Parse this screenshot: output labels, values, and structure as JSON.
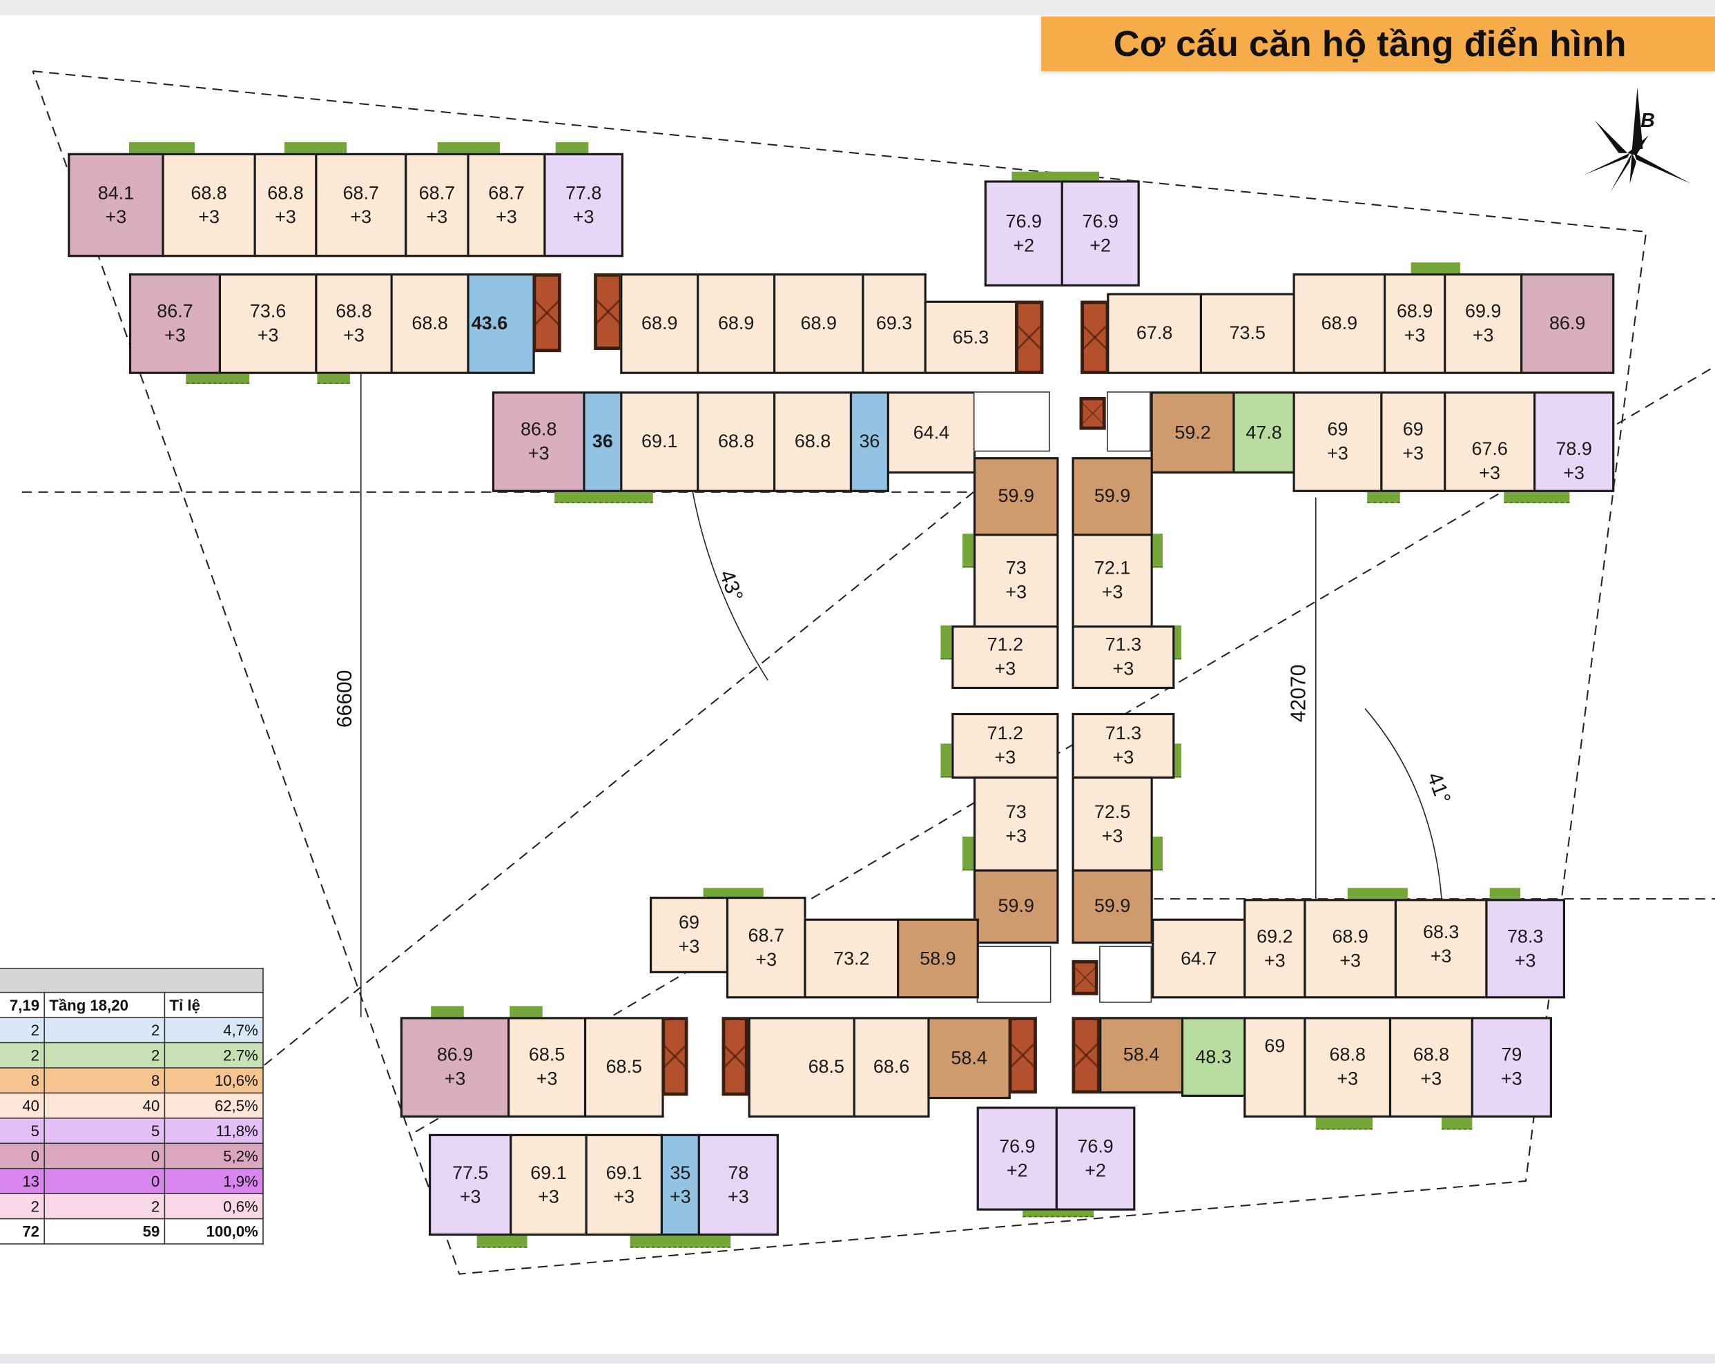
{
  "header": {
    "title": "Cơ cấu căn hộ tầng điển hình"
  },
  "compass": {
    "label": "B"
  },
  "dimensions": {
    "left_span": "66600",
    "right_span": "42070",
    "angle_left": "43°",
    "angle_right": "41°"
  },
  "colors": {
    "standard": "#fbe9d6",
    "large": "#e7d6f5",
    "corner": "#d9aebe",
    "brown": "#cf9a6c",
    "studio_blue": "#92c3e2",
    "green": "#b9dca0",
    "header_orange": "#f7ac4a",
    "elevator": "#b4512d",
    "balcony_green": "#74a63a"
  },
  "units": {
    "top_left_row1": [
      {
        "area": "84.1",
        "extra": "+3"
      },
      {
        "area": "68.8",
        "extra": "+3"
      },
      {
        "area": "68.8",
        "extra": "+3"
      },
      {
        "area": "68.7",
        "extra": "+3"
      },
      {
        "area": "68.7",
        "extra": "+3"
      },
      {
        "area": "68.7",
        "extra": "+3"
      },
      {
        "area": "77.8",
        "extra": "+3"
      }
    ],
    "top_left_row2": [
      {
        "area": "86.7",
        "extra": "+3"
      },
      {
        "area": "73.6",
        "extra": "+3"
      },
      {
        "area": "68.8",
        "extra": "+3"
      },
      {
        "area": "68.8",
        "extra": ""
      },
      {
        "area": "43.6",
        "extra": ""
      }
    ],
    "top_center_row": [
      {
        "area": "68.9",
        "extra": ""
      },
      {
        "area": "68.9",
        "extra": ""
      },
      {
        "area": "68.9",
        "extra": ""
      },
      {
        "area": "69.3",
        "extra": ""
      },
      {
        "area": "65.3",
        "extra": ""
      }
    ],
    "top_north_pair": [
      {
        "area": "76.9",
        "extra": "+2"
      },
      {
        "area": "76.9",
        "extra": "+2"
      }
    ],
    "top_right_row": [
      {
        "area": "67.8",
        "extra": ""
      },
      {
        "area": "73.5",
        "extra": ""
      },
      {
        "area": "68.9",
        "extra": ""
      },
      {
        "area": "68.9",
        "extra": "+3"
      },
      {
        "area": "69.9",
        "extra": "+3"
      },
      {
        "area": "86.9",
        "extra": ""
      }
    ],
    "row3_left": [
      {
        "area": "86.8",
        "extra": "+3"
      },
      {
        "area": "36",
        "extra": ""
      },
      {
        "area": "69.1",
        "extra": ""
      },
      {
        "area": "68.8",
        "extra": ""
      },
      {
        "area": "68.8",
        "extra": ""
      },
      {
        "area": "36",
        "extra": ""
      },
      {
        "area": "64.4",
        "extra": ""
      }
    ],
    "row3_right": [
      {
        "area": "59.2",
        "extra": ""
      },
      {
        "area": "47.8",
        "extra": ""
      },
      {
        "area": "69",
        "extra": "+3"
      },
      {
        "area": "69",
        "extra": "+3"
      },
      {
        "area": "67.6",
        "extra": "+3"
      },
      {
        "area": "78.9",
        "extra": "+3"
      }
    ],
    "center_left_column": [
      {
        "area": "59.9",
        "extra": ""
      },
      {
        "area": "73",
        "extra": "+3"
      },
      {
        "area": "71.2",
        "extra": "+3"
      },
      {
        "area": "71.2",
        "extra": "+3"
      },
      {
        "area": "73",
        "extra": "+3"
      },
      {
        "area": "59.9",
        "extra": ""
      }
    ],
    "center_right_column": [
      {
        "area": "59.9",
        "extra": ""
      },
      {
        "area": "72.1",
        "extra": "+3"
      },
      {
        "area": "71.3",
        "extra": "+3"
      },
      {
        "area": "71.3",
        "extra": "+3"
      },
      {
        "area": "72.5",
        "extra": "+3"
      },
      {
        "area": "59.9",
        "extra": ""
      }
    ],
    "bottom_upper_left": [
      {
        "area": "69",
        "extra": "+3"
      },
      {
        "area": "68.7",
        "extra": "+3"
      },
      {
        "area": "73.2",
        "extra": ""
      },
      {
        "area": "58.9",
        "extra": ""
      }
    ],
    "bottom_upper_right": [
      {
        "area": "64.7",
        "extra": ""
      },
      {
        "area": "69.2",
        "extra": "+3"
      },
      {
        "area": "68.9",
        "extra": "+3"
      },
      {
        "area": "68.3",
        "extra": "+3"
      },
      {
        "area": "78.3",
        "extra": "+3"
      }
    ],
    "bottom_lower_left": [
      {
        "area": "86.9",
        "extra": "+3"
      },
      {
        "area": "68.5",
        "extra": "+3"
      },
      {
        "area": "68.5",
        "extra": ""
      }
    ],
    "bottom_lower_center": [
      {
        "area": "68.5",
        "extra": ""
      },
      {
        "area": "68.6",
        "extra": ""
      },
      {
        "area": "58.4",
        "extra": ""
      }
    ],
    "bottom_lower_right": [
      {
        "area": "58.4",
        "extra": ""
      },
      {
        "area": "48.3",
        "extra": ""
      },
      {
        "area": "69",
        "extra": ""
      },
      {
        "area": "68.8",
        "extra": "+3"
      },
      {
        "area": "68.8",
        "extra": "+3"
      },
      {
        "area": "79",
        "extra": "+3"
      }
    ],
    "bottom_south_pair": [
      {
        "area": "76.9",
        "extra": "+2"
      },
      {
        "area": "76.9",
        "extra": "+2"
      }
    ],
    "bottom_row": [
      {
        "area": "77.5",
        "extra": "+3"
      },
      {
        "area": "69.1",
        "extra": "+3"
      },
      {
        "area": "69.1",
        "extra": "+3"
      },
      {
        "area": "35",
        "extra": "+3"
      },
      {
        "area": "78",
        "extra": "+3"
      }
    ]
  },
  "legend_table": {
    "headers": [
      "7,19",
      "Tầng 18,20",
      "Tỉ lệ"
    ],
    "rows": [
      {
        "a": "2",
        "b": "2",
        "ratio": "4,7%",
        "color": "#d9e8f6"
      },
      {
        "a": "2",
        "b": "2",
        "ratio": "2.7%",
        "color": "#c7e0b4"
      },
      {
        "a": "8",
        "b": "8",
        "ratio": "10,6%",
        "color": "#f6c48f"
      },
      {
        "a": "40",
        "b": "40",
        "ratio": "62,5%",
        "color": "#fde5d8"
      },
      {
        "a": "5",
        "b": "5",
        "ratio": "11,8%",
        "color": "#e3bff5"
      },
      {
        "a": "0",
        "b": "0",
        "ratio": "5,2%",
        "color": "#dba7bf"
      },
      {
        "a": "13",
        "b": "0",
        "ratio": "1,9%",
        "color": "#d985ef"
      },
      {
        "a": "2",
        "b": "2",
        "ratio": "0,6%",
        "color": "#f8d8e6"
      },
      {
        "a": "72",
        "b": "59",
        "ratio": "100,0%",
        "color": "#ffffff"
      }
    ]
  }
}
